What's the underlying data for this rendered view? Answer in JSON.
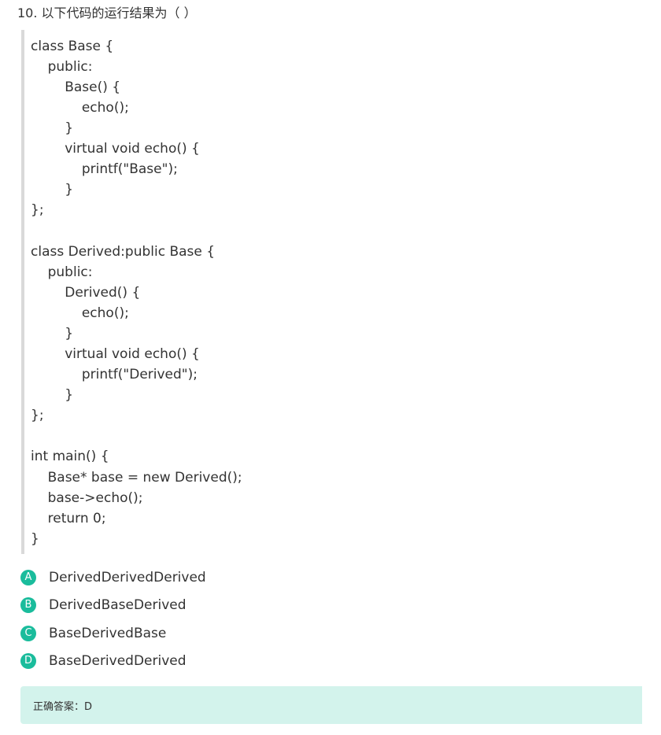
{
  "question": {
    "title": "10. 以下代码的运行结果为（ ）"
  },
  "code": {
    "lines": [
      "class Base {",
      "    public:",
      "        Base() {",
      "            echo();",
      "        }",
      "        virtual void echo() {",
      "            printf(\"Base\");",
      "        }",
      "};",
      "",
      "class Derived:public Base {",
      "    public:",
      "        Derived() {",
      "            echo();",
      "        }",
      "        virtual void echo() {",
      "            printf(\"Derived\");",
      "        }",
      "};",
      "",
      "int main() {",
      "    Base* base = new Derived();",
      "    base->echo();",
      "    return 0;",
      "}"
    ]
  },
  "options": [
    {
      "letter": "A",
      "text": "DerivedDerivedDerived"
    },
    {
      "letter": "B",
      "text": "DerivedBaseDerived"
    },
    {
      "letter": "C",
      "text": "BaseDerivedBase"
    },
    {
      "letter": "D",
      "text": "BaseDerivedDerived"
    }
  ],
  "answer": {
    "text": "正确答案：D"
  },
  "colors": {
    "accent": "#1abc9c",
    "answer_bg": "#d3f3ec",
    "code_border": "#d9d9d9"
  }
}
